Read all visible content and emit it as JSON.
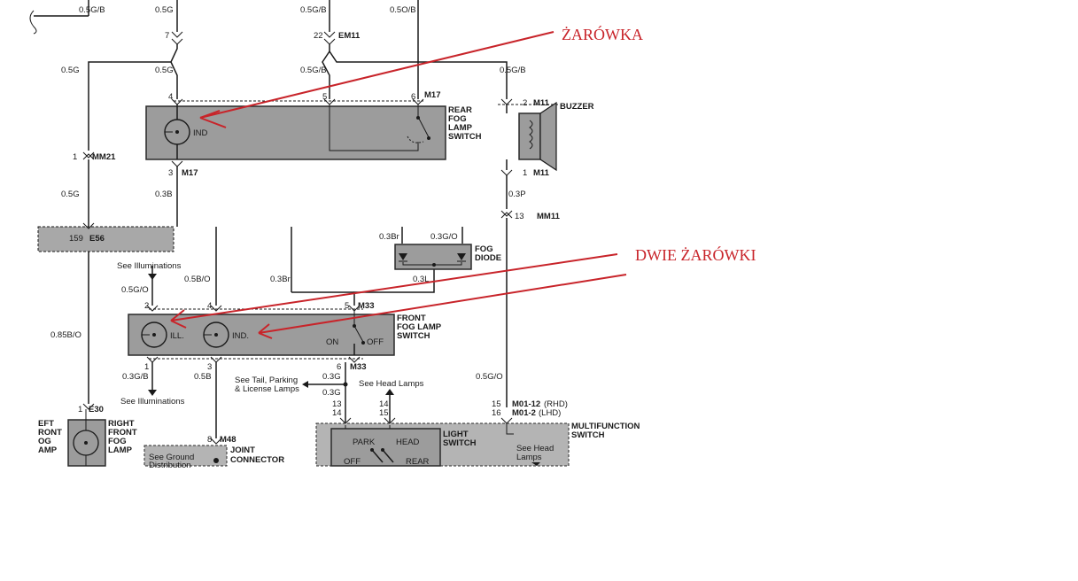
{
  "annotations": {
    "zarowka": "ŻARÓWKA",
    "dwie_zarowki": "DWIE ŻARÓWKI"
  },
  "wires": {
    "top_05gb_left": "0.5G/B",
    "top_05g": "0.5G",
    "top_05gb_mid": "0.5G/B",
    "top_05ob": "0.5O/B",
    "w_05g_left": "0.5G",
    "w_05g_mid": "0.5G",
    "w_05gb_mid": "0.5G/B",
    "w_05gb_right": "0.5G/B",
    "w_05g_mm21": "0.5G",
    "w_03b": "0.3B",
    "w_03p": "0.3P",
    "w_03br_a": "0.3Br",
    "w_03go_a": "0.3G/O",
    "w_05go_ill": "0.5G/O",
    "w_05bo": "0.5B/O",
    "w_03br_b": "0.3Br",
    "w_03l": "0.3L",
    "w_085bo": "0.85B/O",
    "w_03gb": "0.3G/B",
    "w_05b": "0.5B",
    "w_03g_a": "0.3G",
    "w_03g_b": "0.3G",
    "w_05go_r": "0.5G/O"
  },
  "connectors": {
    "p7": "7",
    "p22": "22",
    "em11": "EM11",
    "p4": "4",
    "p5": "5",
    "p6": "6",
    "m17_top": "M17",
    "p2_m11": "2",
    "m11_top": "M11",
    "p1_mm21": "1",
    "mm21": "MM21",
    "p3": "3",
    "m17_bot": "M17",
    "p1_m11": "1",
    "m11_bot": "M11",
    "p13": "13",
    "mm11": "MM11",
    "p159": "159",
    "e56": "E56",
    "p2_ffs": "2",
    "p4_ffs": "4",
    "p5_ffs": "5",
    "m33_top": "M33",
    "p1_ffs": "1",
    "p3_ffs": "3",
    "p6_ffs": "6",
    "m33_bot": "M33",
    "p1_e30": "1",
    "e30": "E30",
    "p8": "8",
    "m48": "M48",
    "p13b": "13",
    "p14a": "14",
    "p14b": "14",
    "p15a": "15",
    "p15b": "15",
    "p16": "16",
    "m0112": "M01-12",
    "rhd": "(RHD)",
    "m012": "M01-2",
    "lhd": "(LHD)"
  },
  "components": {
    "rear_fog_1": "REAR",
    "rear_fog_2": "FOG",
    "rear_fog_3": "LAMP",
    "rear_fog_4": "SWITCH",
    "ind_rear": "IND",
    "buzzer": "BUZZER",
    "fog_diode_1": "FOG",
    "fog_diode_2": "DIODE",
    "front_fog_1": "FRONT",
    "front_fog_2": "FOG LAMP",
    "front_fog_3": "SWITCH",
    "ill": "ILL.",
    "ind_front": "IND.",
    "on": "ON",
    "off": "OFF",
    "left_fog_1": "EFT",
    "left_fog_2": "RONT",
    "left_fog_3": "OG",
    "left_fog_4": "AMP",
    "right_fog_1": "RIGHT",
    "right_fog_2": "FRONT",
    "right_fog_3": "FOG",
    "right_fog_4": "LAMP",
    "joint_1": "JOINT",
    "joint_2": "CONNECTOR",
    "see_ground": "See Ground",
    "see_ground_2": "Distribution",
    "multifunction_1": "MULTIFUNCTION",
    "multifunction_2": "SWITCH",
    "light_1": "LIGHT",
    "light_2": "SWITCH",
    "park": "PARK",
    "head": "HEAD",
    "off_ls": "OFF",
    "rear_ls": "REAR",
    "see_head_lamps_box_1": "See Head",
    "see_head_lamps_box_2": "Lamps"
  },
  "notes": {
    "see_illum_top": "See Illuminations",
    "see_illum_bot": "See Illuminations",
    "see_tail_1": "See Tail, Parking",
    "see_tail_2": "& License Lamps",
    "see_head_lamps": "See Head Lamps"
  }
}
